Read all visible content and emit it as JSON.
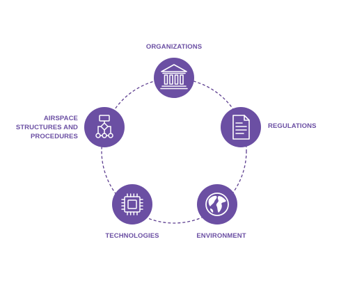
{
  "colors": {
    "node_fill": "#6b4fa3",
    "ring_stroke": "#5c3d8f",
    "icon_stroke": "#ffffff",
    "label_text": "#6b4fa3"
  },
  "nodes": [
    {
      "id": "organizations",
      "label": "ORGANIZATIONS",
      "icon": "government-building-icon"
    },
    {
      "id": "regulations",
      "label": "REGULATIONS",
      "icon": "document-icon"
    },
    {
      "id": "environment",
      "label": "ENVIRONMENT",
      "icon": "globe-icon"
    },
    {
      "id": "technologies",
      "label": "TECHNOLOGIES",
      "icon": "microchip-icon"
    },
    {
      "id": "airspace",
      "label_lines": [
        "AIRSPACE",
        "STRUCTURES AND",
        "PROCEDURES"
      ],
      "icon": "flowchart-icon"
    }
  ]
}
